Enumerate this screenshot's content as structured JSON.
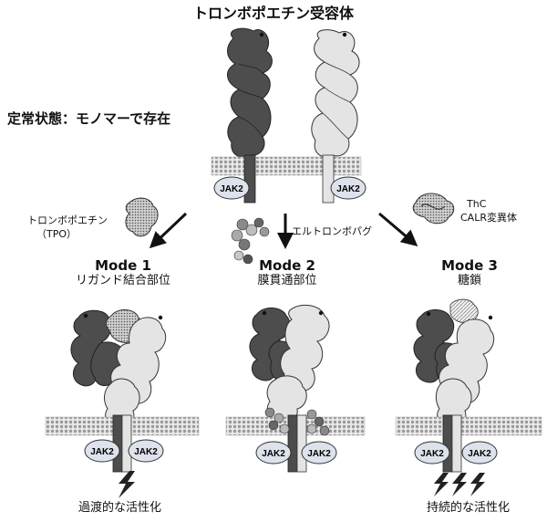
{
  "title": "トロンボポエチン受容体",
  "resting_state": "定常状態：モノマーで存在",
  "jak_label": "JAK2",
  "ligands": {
    "tpo_line1": "トロンボポエチン",
    "tpo_line2": "（TPO）",
    "eltrombopag": "エルトロンボパグ",
    "thc_line1": "ThC",
    "thc_line2": "CALR変異体"
  },
  "modes": [
    {
      "title": "Mode 1",
      "subtitle": "リガンド結合部位"
    },
    {
      "title": "Mode 2",
      "subtitle": "膜貫通部位"
    },
    {
      "title": "Mode 3",
      "subtitle": "糖鎖"
    }
  ],
  "outcomes": {
    "transient": "過渡的な活性化",
    "sustained": "持続的な活性化"
  },
  "colors": {
    "dark_domain": "#4d4d4d",
    "light_domain": "#e4e4e4",
    "membrane": "#d8d8d8",
    "jak_fill": "#dde2ec"
  }
}
